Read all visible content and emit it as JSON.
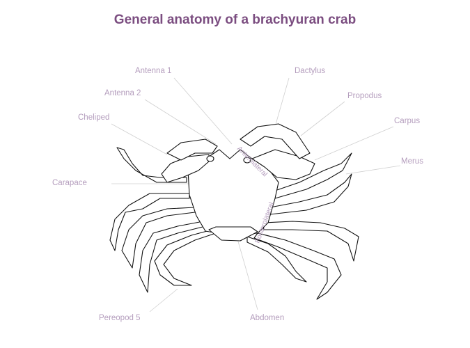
{
  "title": "General anatomy of a brachyuran crab",
  "labels": {
    "antenna1": "Antenna 1",
    "antenna2": "Antenna 2",
    "cheliped": "Cheliped",
    "carapace": "Carapace",
    "pereopod5": "Pereopod 5",
    "abdomen": "Abdomen",
    "dactylus": "Dactylus",
    "propodus": "Propodus",
    "carpus": "Carpus",
    "merus": "Merus",
    "anterolateral": "Anterolateral",
    "posterolateral": "Posterolateral"
  },
  "colors": {
    "title": "#7b4d80",
    "label": "#b49dbd",
    "outline": "#111111",
    "leader": "#cfcfcf"
  }
}
